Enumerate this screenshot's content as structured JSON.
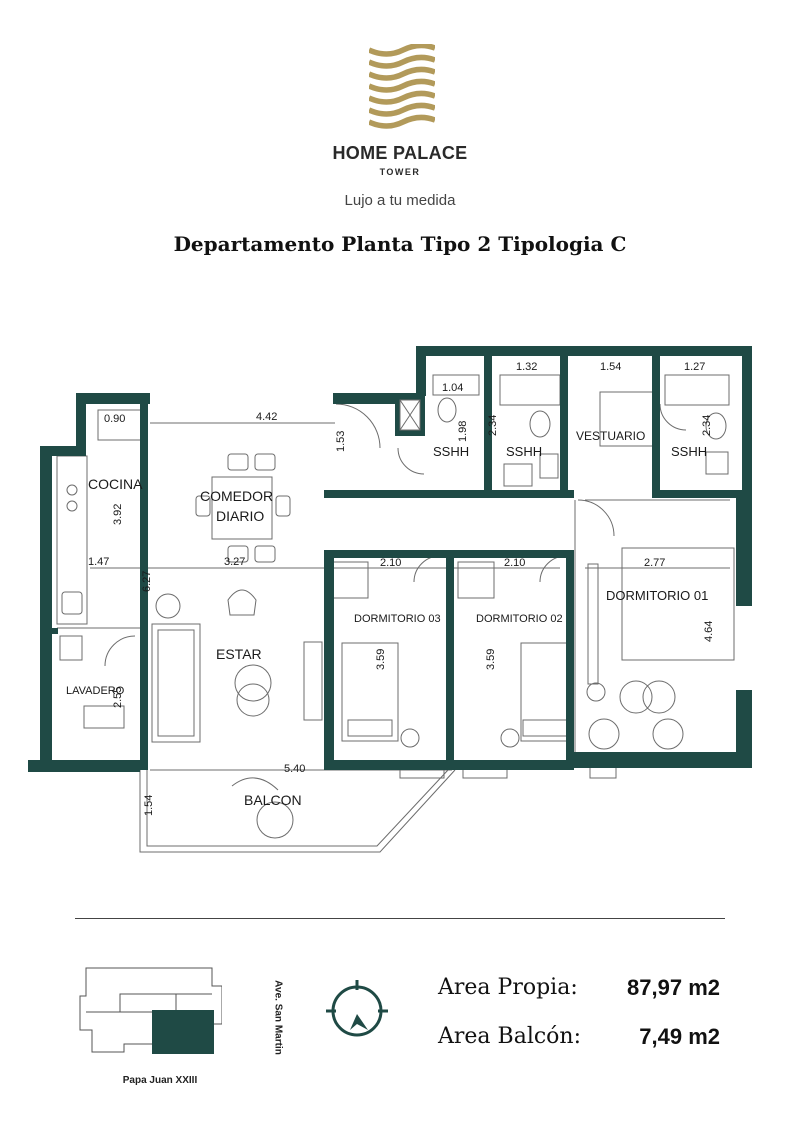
{
  "brand": {
    "name": "HOME PALACE",
    "sub": "TOWER",
    "tagline": "Lujo a tu medida",
    "logo_color": "#b29a5a"
  },
  "plan_title": "Departamento Planta Tipo 2 Tipologia C",
  "colors": {
    "wall": "#1f4a45",
    "line": "#6c6c6c"
  },
  "rooms": {
    "cocina": "COCINA",
    "comedor": "COMEDOR",
    "diario": "DIARIO",
    "estar": "ESTAR",
    "lavadero": "LAVADERO",
    "balcon": "BALCON",
    "dorm03": "DORMITORIO 03",
    "dorm02": "DORMITORIO 02",
    "dorm01": "DORMITORIO 01",
    "vestuario": "VESTUARIO",
    "sshh1": "SSHH",
    "sshh2": "SSHH",
    "sshh3": "SSHH"
  },
  "dims": {
    "d090": "0.90",
    "d442": "4.42",
    "d153": "1.53",
    "d104": "1.04",
    "d198": "1.98",
    "d132": "1.32",
    "d234a": "2.34",
    "d154": "1.54",
    "d127": "1.27",
    "d234b": "2.34",
    "d392": "3.92",
    "d147": "1.47",
    "d327": "3.27",
    "d627": "6.27",
    "d210a": "2.10",
    "d210b": "2.10",
    "d277": "2.77",
    "d359a": "3.59",
    "d359b": "3.59",
    "d464": "4.64",
    "d255": "2.55",
    "d540": "5.40",
    "d154b": "1.54"
  },
  "footer": {
    "street_bottom": "Papa Juan XXIII",
    "street_side": "Ave. San Martin",
    "area_propia_label": "Area Propia:",
    "area_propia_value": "87,97 m2",
    "area_balcon_label": "Area Balcón:",
    "area_balcon_value": "7,49 m2"
  }
}
